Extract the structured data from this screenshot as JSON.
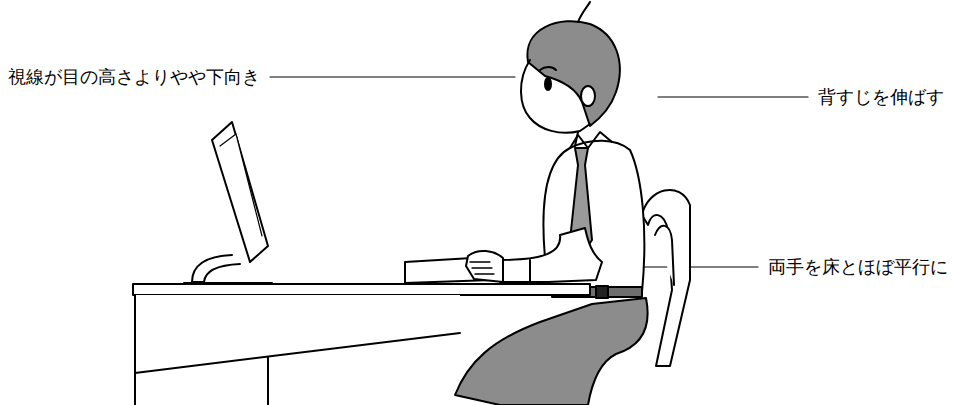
{
  "diagram": {
    "labels": [
      "視線が目の高さよりやや下向き",
      "背すじを伸ばす",
      "両手を床とほぼ平行に"
    ]
  }
}
